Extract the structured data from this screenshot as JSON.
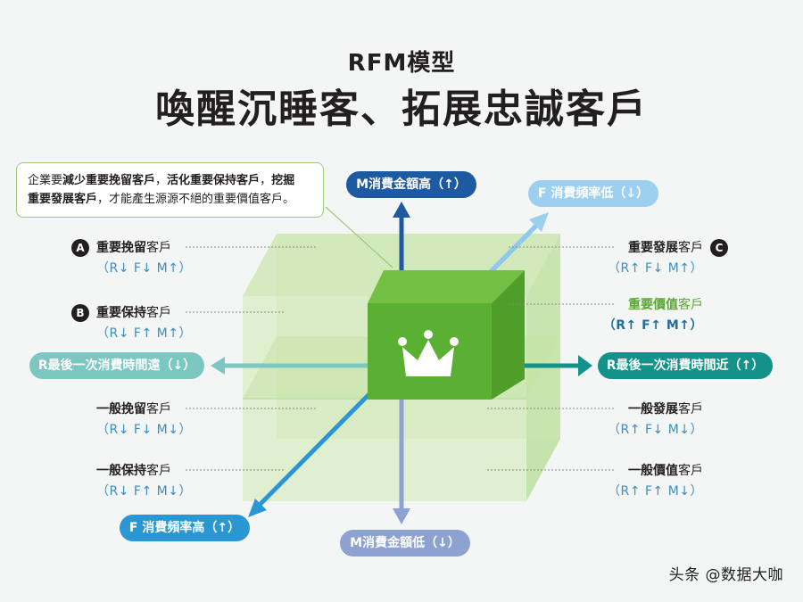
{
  "subtitle": "RFM模型",
  "title": "喚醒沉睡客、拓展忠誠客戶",
  "callout": {
    "p1": "企業要",
    "b1": "減少重要挽留客戶",
    "p2": "，",
    "b2": "活化重要保持客戶",
    "p3": "，",
    "b3": "挖掘",
    "b4": "重要發展客戶",
    "p4": "，才能產生源源不絕的重要價值客戶。"
  },
  "axes": {
    "m_high": "M消費金額高（↑）",
    "m_low": "M消費金額低（↓）",
    "f_low": "F 消費頻率低（↓）",
    "f_high": "F 消費頻率高（↑）",
    "r_far": "R最後一次消費時間遠（↓）",
    "r_near": "R最後一次消費時間近（↑）"
  },
  "segments": {
    "a": {
      "badge": "A",
      "bold": "重要挽留",
      "rest": "客戶",
      "arrows": "（R↓ F↓ M↑）"
    },
    "b": {
      "badge": "B",
      "bold": "重要保持",
      "rest": "客戶",
      "arrows": "（R↓ F↑ M↑）"
    },
    "c": {
      "badge": "C",
      "bold": "重要發展",
      "rest": "客戶",
      "arrows": "（R↑ F↓ M↑）"
    },
    "value": {
      "bold": "重要價值",
      "rest": "客戶",
      "arrows": "（R↑ F↑ M↑）"
    },
    "gen_retain": {
      "bold": "一般挽留",
      "rest": "客戶",
      "arrows": "（R↓ F↓ M↓）"
    },
    "gen_keep": {
      "bold": "一般保持",
      "rest": "客戶",
      "arrows": "（R↓ F↑ M↓）"
    },
    "gen_develop": {
      "bold": "一般發展",
      "rest": "客戶",
      "arrows": "（R↑ F↓ M↓）"
    },
    "gen_value": {
      "bold": "一般價值",
      "rest": "客戶",
      "arrows": "（R↑ F↑ M↓）"
    }
  },
  "colors": {
    "m_high": "#1d5aa0",
    "m_low": "#8da2d1",
    "f_low": "#9ccff0",
    "f_high": "#2a97d3",
    "r_far": "#7cc7c0",
    "r_near": "#13928a",
    "cube_outer": "#c6e3a8",
    "cube_inner": "#5ab032"
  },
  "watermark": "头条 @数据大咖"
}
